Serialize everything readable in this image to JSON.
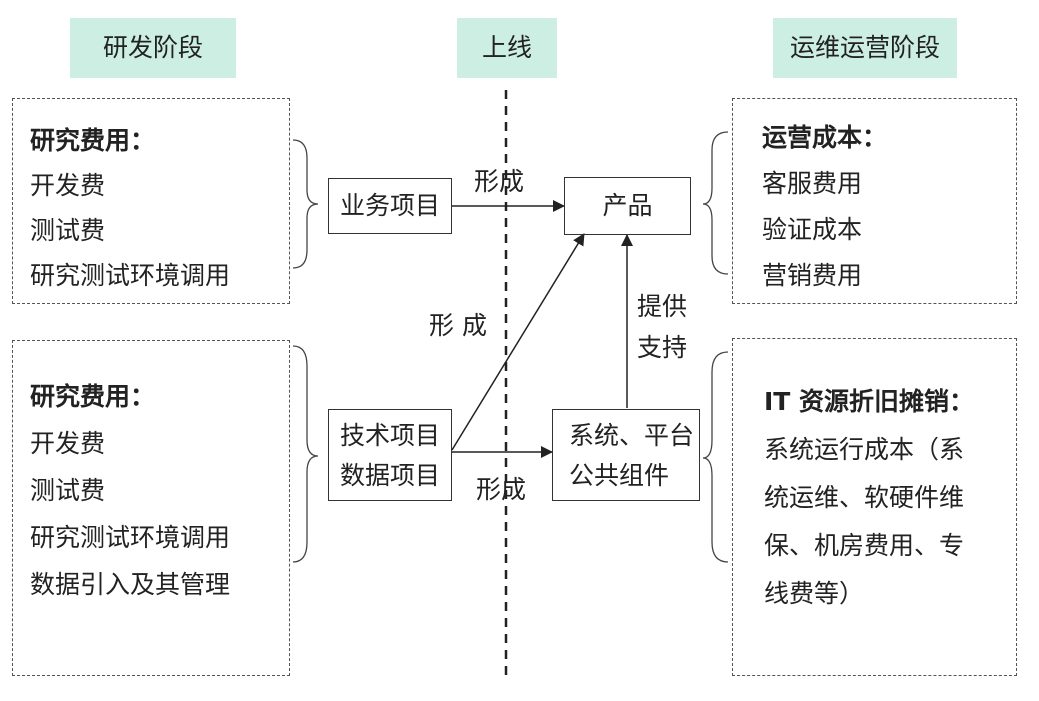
{
  "phases": {
    "rd": "研发阶段",
    "launch": "上线",
    "ops": "运维运营阶段"
  },
  "left_top": {
    "title": "研究费用：",
    "items": [
      "开发费",
      "测试费",
      "研究测试环境调用"
    ]
  },
  "left_bottom": {
    "title": "研究费用：",
    "items": [
      "开发费",
      "测试费",
      "研究测试环境调用",
      "数据引入及其管理"
    ]
  },
  "mid": {
    "business_project": "业务项目",
    "tech_project": "技术项目",
    "data_project": "数据项目",
    "product": "产品",
    "system_line1": "系统、平台",
    "system_line2": "公共组件"
  },
  "edges": {
    "form_top": "形成",
    "form_diag": "形 成",
    "form_bottom": "形成",
    "support_line1": "提供",
    "support_line2": "支持"
  },
  "right_top": {
    "title": "运营成本：",
    "items": [
      "客服费用",
      "验证成本",
      "营销费用"
    ]
  },
  "right_bottom": {
    "title": "IT 资源折旧摊销：",
    "lines": [
      "系统运行成本（系",
      "统运维、软硬件维",
      "保、机房费用、专",
      "线费等）"
    ]
  }
}
